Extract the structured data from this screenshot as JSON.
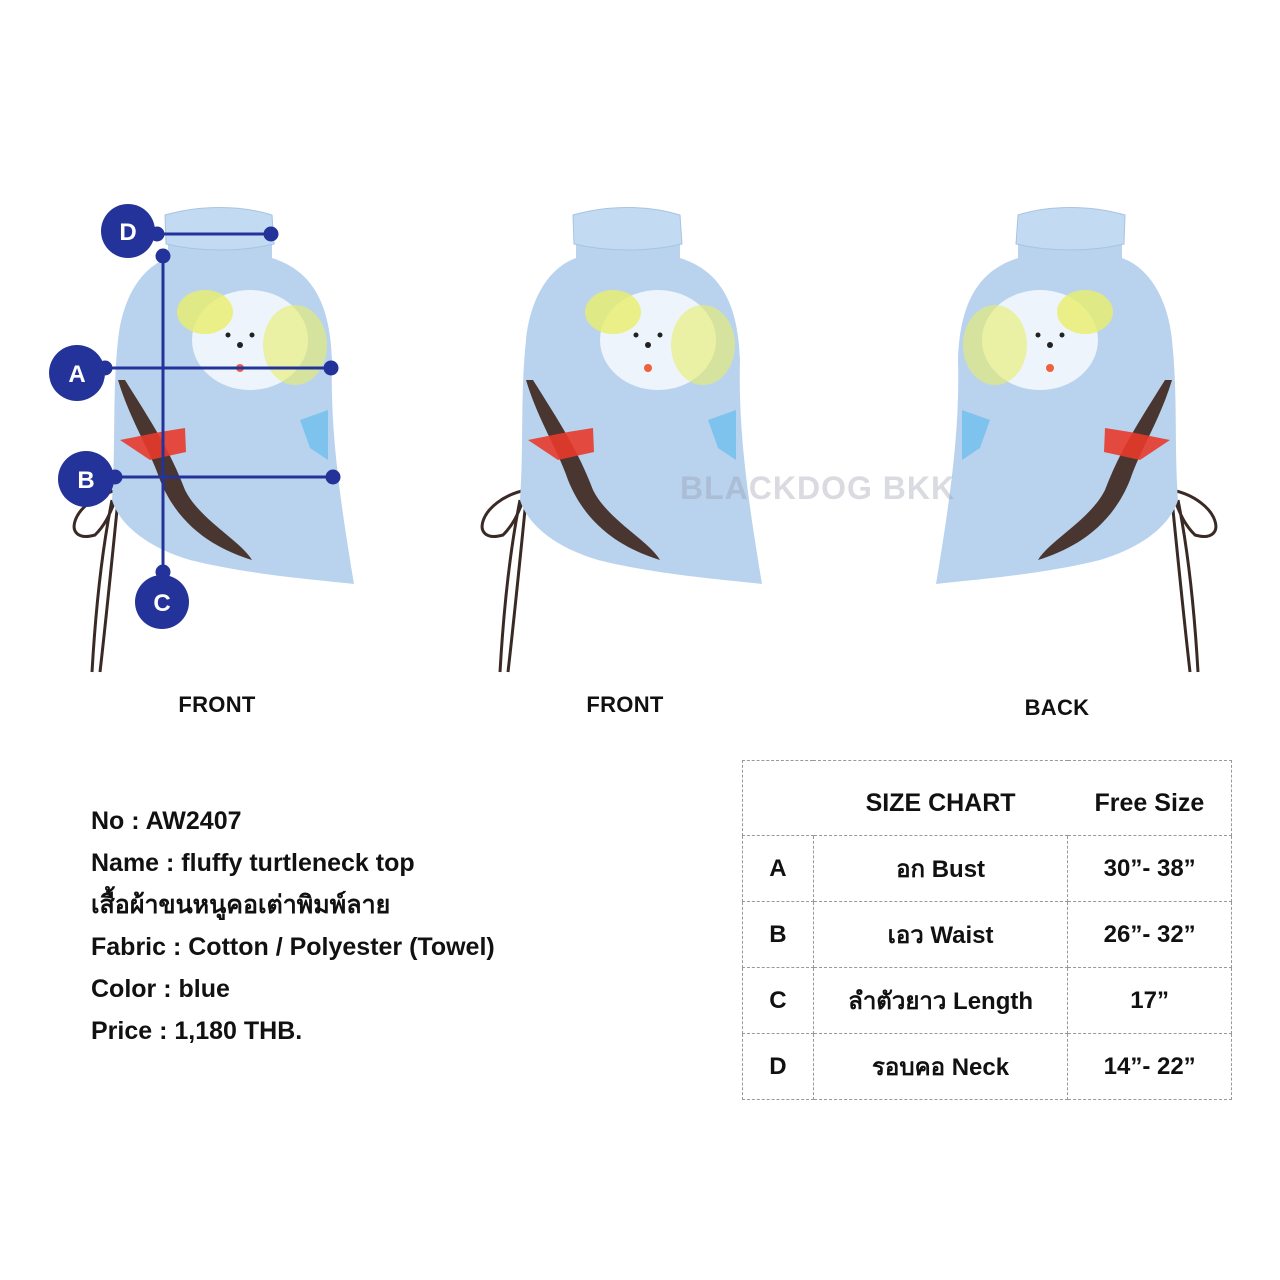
{
  "views": [
    {
      "label": "FRONT"
    },
    {
      "label": "FRONT"
    },
    {
      "label": "BACK"
    }
  ],
  "measure_markers": [
    "A",
    "B",
    "C",
    "D"
  ],
  "watermark": "BLACKDOG BKK",
  "product": {
    "no": "No : AW2407",
    "name": "Name : fluffy turtleneck top",
    "name_thai": "เสื้อผ้าขนหนูคอเต่าพิมพ์ลาย",
    "fabric": "Fabric : Cotton / Polyester (Towel)",
    "color": "Color : blue",
    "price": "Price : 1,180 THB."
  },
  "size_chart": {
    "title": "SIZE CHART",
    "size_header": "Free Size",
    "rows": [
      {
        "key": "A",
        "label": "อก Bust",
        "value": "30”- 38”"
      },
      {
        "key": "B",
        "label": "เอว Waist",
        "value": "26”- 32”"
      },
      {
        "key": "C",
        "label": "ลำตัวยาว Length",
        "value": "17”"
      },
      {
        "key": "D",
        "label": "รอบคอ Neck",
        "value": "14”- 22”"
      }
    ]
  },
  "colors": {
    "garment": "#b9d3ee",
    "marker": "#24339a",
    "print_yellow": "#e8ef6a",
    "print_brown": "#4a3630",
    "print_red": "#e83a2a"
  }
}
